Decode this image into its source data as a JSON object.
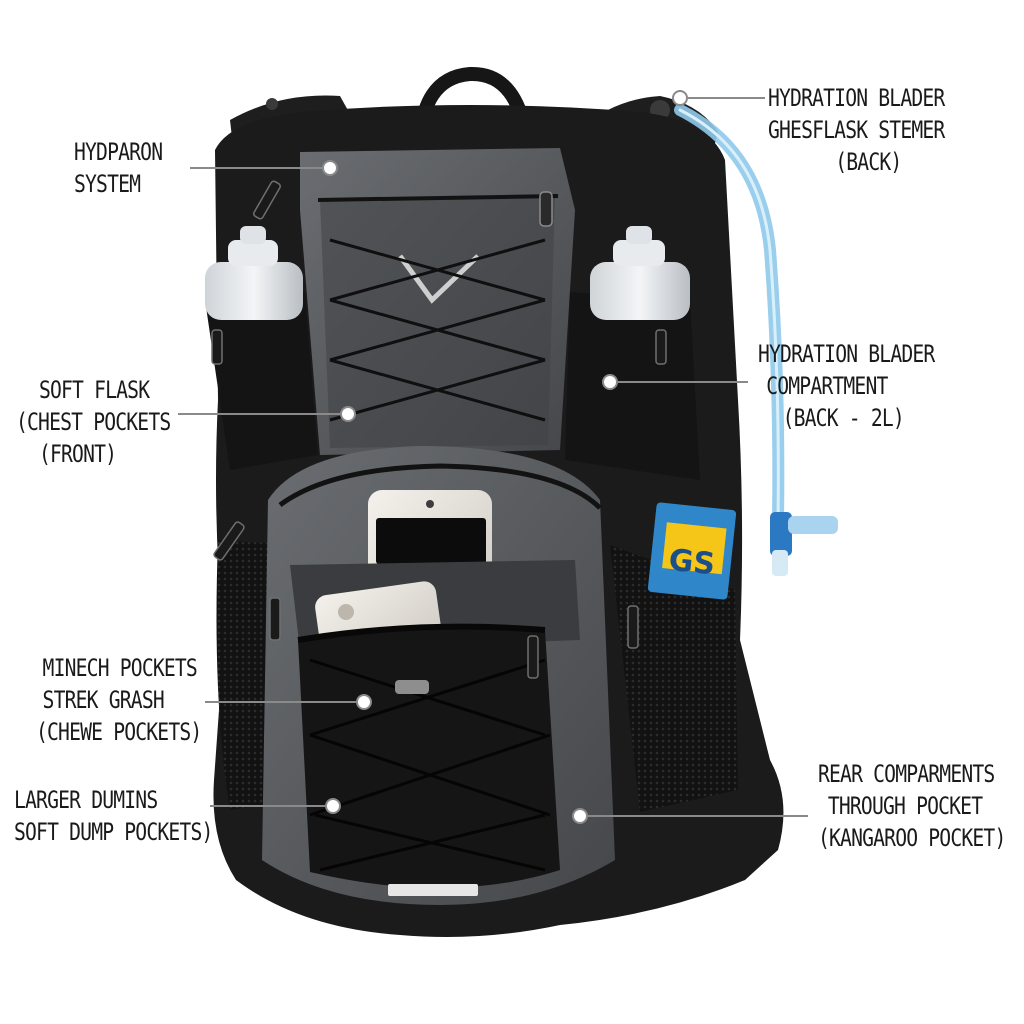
{
  "callouts": {
    "hydration_system": [
      "HYDPARON",
      "SYSTEM"
    ],
    "hydration_bladder_flask": [
      "HYDRATION BLADER",
      "GHESFLASK STEMER",
      "(BACK)"
    ],
    "soft_flask": [
      "SOFT FLASK",
      "(CHEST POCKETS",
      "(FRONT)"
    ],
    "bladder_compartment": [
      "HYDRATION BLADER",
      "COMPARTMENT",
      "(BACK - 2L)"
    ],
    "mesh_pockets": [
      "MINECH POCKETS",
      "STREK GRASH",
      "(CHEWE POCKETS)"
    ],
    "dump_pockets": [
      "LARGER DUMINS",
      "SOFT DUMP POCKETS)"
    ],
    "rear_compartments": [
      "REAR COMPARMENTS",
      "THROUGH POCKET",
      "(KANGAROO POCKET)"
    ]
  },
  "gel_packet_text": "GS",
  "colors": {
    "background": "#ffffff",
    "vest_black": "#1b1b1c",
    "panel_grey": "#55585c",
    "tube_blue": "#8ec9ea",
    "callout_line": "#8a8a8a",
    "label_text": "#1a1a1a"
  }
}
